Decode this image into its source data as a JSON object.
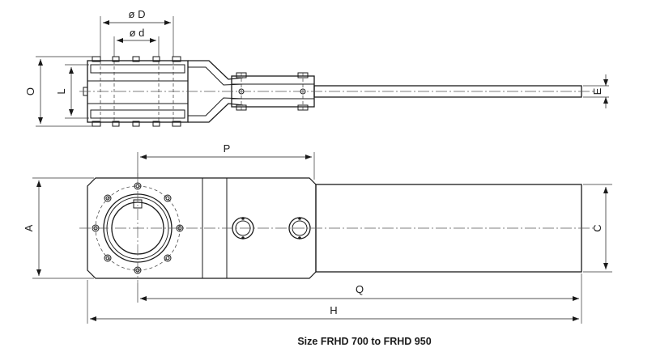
{
  "dimensions": {
    "outer_diameter": "ø D",
    "inner_diameter": "ø d",
    "overall_height": "O",
    "flange_length": "L",
    "lever_thickness": "E",
    "pivot_distance": "P",
    "body_width": "A",
    "lever_width": "C",
    "lever_reach": "Q",
    "overall_length": "H"
  },
  "caption": "Size FRHD 700 to FRHD 950"
}
